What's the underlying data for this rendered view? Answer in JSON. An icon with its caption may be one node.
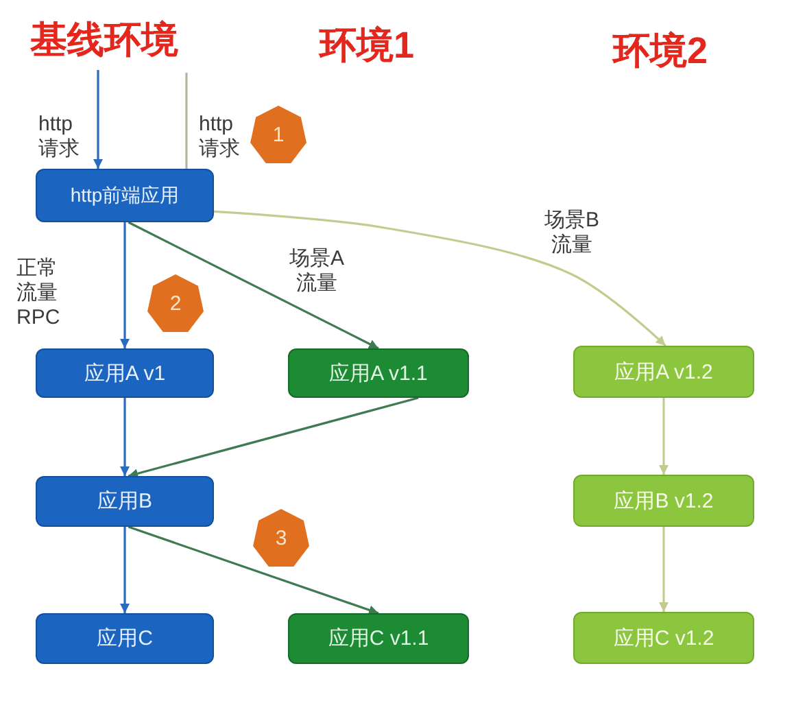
{
  "diagram": {
    "nodes": [
      {
        "text": [
          "1"
        ]
      },
      {
        "text": [
          "http前端应用"
        ]
      },
      {
        "text": [
          "2"
        ]
      },
      {
        "text": [
          "应用A v1"
        ]
      },
      {
        "text": [
          "应用A v1.1"
        ]
      },
      {
        "text": [
          "应用A v1.2"
        ]
      },
      {
        "text": [
          "应用B"
        ]
      },
      {
        "text": [
          "应用B v1.2"
        ]
      },
      {
        "text": [
          "3"
        ]
      },
      {
        "text": [
          "应用C"
        ]
      },
      {
        "text": [
          "应用C v1.1"
        ]
      },
      {
        "text": [
          "应用C v1.2"
        ]
      }
    ],
    "edges": [
      {
        "from": null,
        "to": 1,
        "arrow": "to",
        "label": "http请求"
      },
      {
        "from": null,
        "to": 1,
        "arrow": "none",
        "label": "http请求",
        "color": "#b5b59c"
      },
      {
        "from": 1,
        "to": 3,
        "arrow": "to",
        "label": "正常流量RPC"
      },
      {
        "from": 1,
        "to": 4,
        "arrow": "to",
        "label": "场景A流量",
        "color": "#3e7b50"
      },
      {
        "from": 1,
        "to": 5,
        "arrow": "to",
        "label": "场景B流量",
        "color": "#c3cc8f"
      },
      {
        "from": 3,
        "to": 6,
        "arrow": "to"
      },
      {
        "from": 4,
        "to": 6,
        "arrow": "to",
        "color": "#3e7b50"
      },
      {
        "from": 6,
        "to": 9,
        "arrow": "to"
      },
      {
        "from": 6,
        "to": 10,
        "arrow": "to",
        "color": "#3e7b50"
      },
      {
        "from": 5,
        "to": 7,
        "arrow": "to",
        "color": "#c3cc8f"
      },
      {
        "from": 7,
        "to": 11,
        "arrow": "to",
        "color": "#c3cc8f"
      }
    ],
    "labels": [
      "基线环境",
      "环境1",
      "环境2"
    ]
  }
}
